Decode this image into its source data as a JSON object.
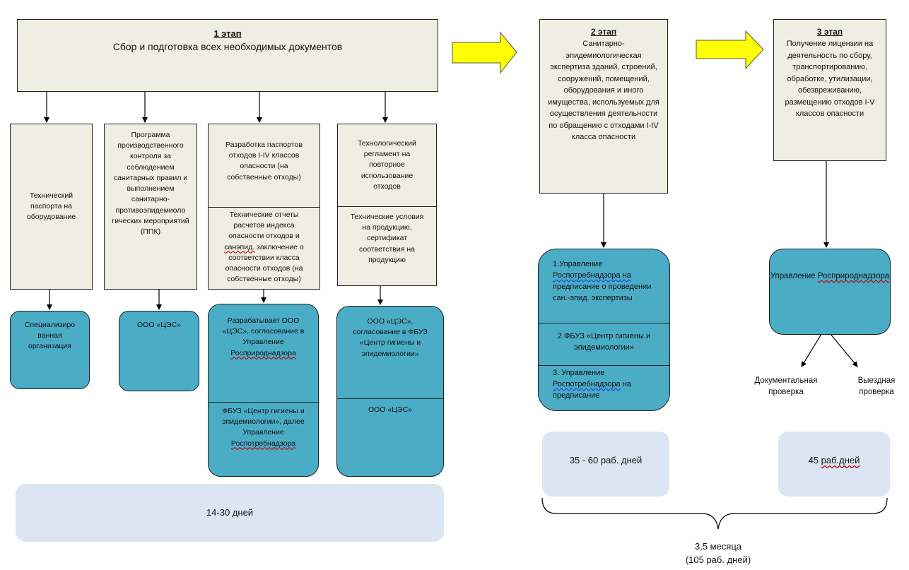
{
  "stage1": {
    "heading": "1 этап",
    "title": "Сбор и подготовка всех необходимых документов",
    "docs": [
      {
        "text": "Технический паспорта на оборудование"
      },
      {
        "text": "Программа производственного контроля за соблюдением санитарных правил и выполнением санитарно-противоэпидемиоло гических мероприятий (ППК)"
      },
      {
        "top": "Разработка паспортов отходов I-IV классов опасности (на собственные отходы)",
        "bottom_pre": "Технические отчеты расчетов индекса опасности отходов и ",
        "bottom_sq": "санэпид.",
        "bottom_post": " заключение о соответствии класса опасности отходов (на собственные отходы)"
      },
      {
        "top": "Технологический регламент на повторное использование отходов",
        "bottom": "Технические условия на продукцию, сертификат соответствия на продукцию"
      }
    ],
    "orgs": [
      {
        "text": "Специализиро ванная организация"
      },
      {
        "text": "ООО «ЦЭС»"
      },
      {
        "top_pre": "Разрабатывает ООО «ЦЭС», согласование в Управление ",
        "top_sq": "Росприроднадзора",
        "bottom_pre": "ФБУЗ «Центр гигиены и эпидемиологии», далее Управление ",
        "bottom_sq": "Роспотребнадзора"
      },
      {
        "top": "ООО «ЦЭС», согласование в ФБУЗ «Центр гигиены и эпидемиологии»",
        "bottom": "ООО «ЦЭС»"
      }
    ],
    "duration": "14-30 дней"
  },
  "stage2": {
    "heading": "2 этап",
    "title": "Санитарно-эпидемиологическая экспертиза зданий, строений, сооружений, помещений, оборудования и иного имущества, используемых для осуществления деятельности по обращению с отходами I-IV класса опасности",
    "org1_pre": "1.Управление ",
    "org1_sq": "Роспотребнадзора",
    "org1_post": "  на",
    "org1_post2": "предписание о проведении сан.-эпид. экспертизы",
    "org2": "2.ФБУЗ «Центр гигиены и эпидемиологии»",
    "org3_pre": "3. Управление ",
    "org3_sq": "Роспотребнадзора",
    "org3_post": "  на предписание",
    "duration": "35 - 60 раб. дней"
  },
  "stage3": {
    "heading": "3 этап",
    "title": "Получение лицензии на деятельность по сбору, транспортированию, обработке, утилизации, обезвреживанию, размещению отходов I-V классов опасности",
    "org_pre": "Управление ",
    "org_sq": "Росприроднадзора",
    "check1": "Документальная проверка",
    "check2": "Выездная проверка",
    "duration_pre": "45 ",
    "duration_sq": "раб.дней"
  },
  "total": {
    "line1": "3,5 месяца",
    "line2": "(105 раб. дней)"
  },
  "colors": {
    "beige": "#efeee2",
    "teal": "#4bacc6",
    "pale": "#dce6f2",
    "arrow": "#ffff00"
  }
}
